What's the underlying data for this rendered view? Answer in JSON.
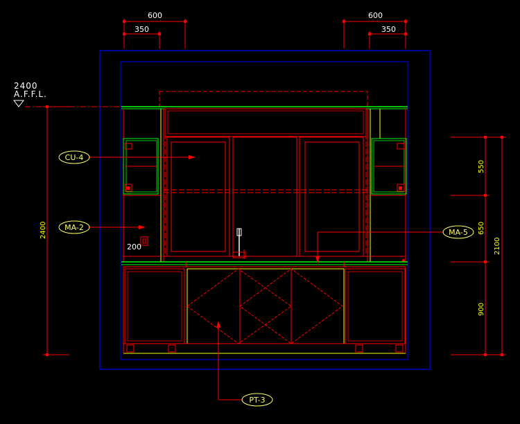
{
  "top_dimensions": {
    "left": {
      "overall": "600",
      "inner": "350"
    },
    "right": {
      "overall": "600",
      "inner": "350"
    }
  },
  "level_marker": {
    "height": "2400",
    "label": "A.F.F.L."
  },
  "left_dimension": {
    "total": "2400"
  },
  "right_dimensions": {
    "upper": "550",
    "middle": "650",
    "lower": "900",
    "total": "2100"
  },
  "inline_dimension": "200",
  "material_tags": {
    "upper_cabinet": "CU-4",
    "left_panel": "MA-2",
    "right_panel": "MA-5",
    "base_cabinet": "PT-3"
  },
  "colors": {
    "background": "#000000",
    "cabinet_lines": "#ff0000",
    "counter_lines": "#00ff00",
    "frame_lines": "#0000ff",
    "dimension_lines": "#ff0000",
    "dimension_text": "#ffffff",
    "tag_text": "#ffff66"
  }
}
